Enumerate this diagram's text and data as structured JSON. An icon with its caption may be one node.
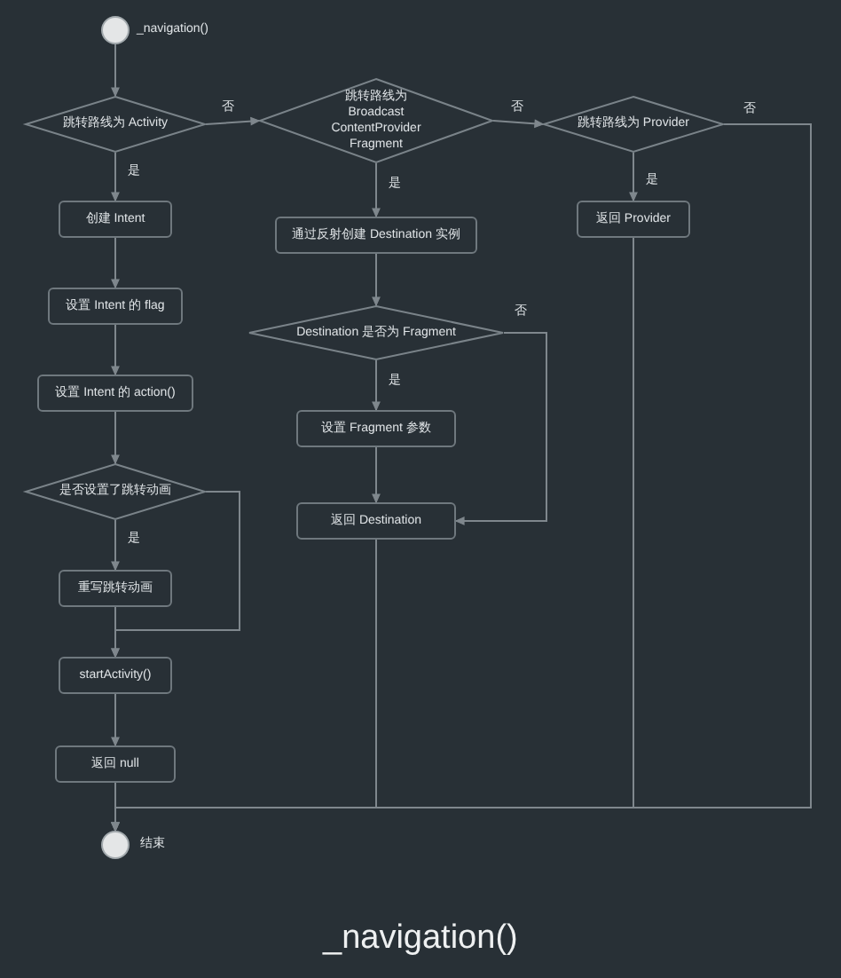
{
  "diagram": {
    "title": "_navigation()",
    "nodes": [
      {
        "text": [],
        "shape": "circle",
        "beside": [
          "_navigation()"
        ]
      },
      {
        "text": [
          "跳转路线为 Activity"
        ]
      },
      {
        "text": [
          "跳转路线为 Broadcast ContentProvider Fragment"
        ]
      },
      {
        "text": [
          "跳转路线为 Provider"
        ]
      },
      {
        "text": [
          "创建 Intent"
        ]
      },
      {
        "text": [
          "设置 Intent 的 flag"
        ]
      },
      {
        "text": [
          "设置 Intent 的 action()"
        ]
      },
      {
        "text": [
          "是否设置了跳转动画"
        ]
      },
      {
        "text": [
          "重写跳转动画"
        ]
      },
      {
        "text": [
          "startActivity()"
        ]
      },
      {
        "text": [
          "返回 null"
        ]
      },
      {
        "text": [
          "通过反射创建 Destination 实例"
        ]
      },
      {
        "text": [
          "Destination 是否为 Fragment"
        ]
      },
      {
        "text": [
          "设置 Fragment 参数"
        ]
      },
      {
        "text": [
          "返回 Destination"
        ]
      },
      {
        "text": [
          "返回 Provider"
        ]
      },
      {
        "text": [],
        "shape": "circle",
        "beside": [
          "结束"
        ]
      }
    ],
    "edges": [
      {
        "from": 0,
        "to": 1,
        "arrow": "to"
      },
      {
        "from": 1,
        "to": 2,
        "arrow": "to",
        "label": "否"
      },
      {
        "from": 2,
        "to": 3,
        "arrow": "to",
        "label": "否"
      },
      {
        "from": 1,
        "to": 4,
        "arrow": "to",
        "label": "是"
      },
      {
        "from": 4,
        "to": 5,
        "arrow": "to"
      },
      {
        "from": 5,
        "to": 6,
        "arrow": "to"
      },
      {
        "from": 6,
        "to": 7,
        "arrow": "to"
      },
      {
        "from": 7,
        "to": 8,
        "arrow": "to",
        "label": "是"
      },
      {
        "from": 8,
        "to": 9,
        "arrow": "to"
      },
      {
        "from": 7,
        "to": 9,
        "arrow": "to"
      },
      {
        "from": 9,
        "to": 10,
        "arrow": "to"
      },
      {
        "from": 10,
        "to": 16,
        "arrow": "to"
      },
      {
        "from": 2,
        "to": 11,
        "arrow": "to",
        "label": "是"
      },
      {
        "from": 11,
        "to": 12,
        "arrow": "to"
      },
      {
        "from": 12,
        "to": 13,
        "arrow": "to",
        "label": "是"
      },
      {
        "from": 13,
        "to": 14,
        "arrow": "to"
      },
      {
        "from": 12,
        "to": 14,
        "arrow": "to",
        "label": "否"
      },
      {
        "from": 14,
        "to": 16,
        "arrow": "to"
      },
      {
        "from": 15,
        "to": 16,
        "arrow": "to"
      },
      {
        "from": 3,
        "to": 16,
        "arrow": "to",
        "label": "否"
      },
      {
        "from": 3,
        "to": 15,
        "arrow": "to",
        "label": "是"
      }
    ]
  }
}
